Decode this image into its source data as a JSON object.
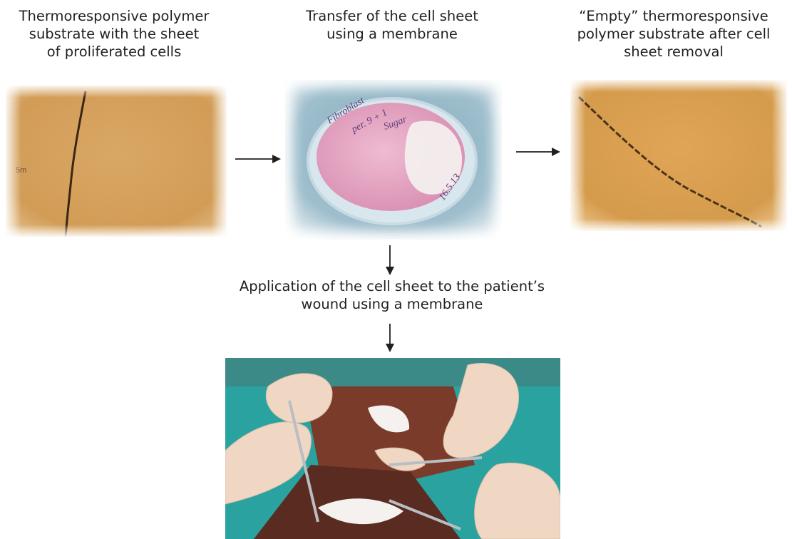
{
  "captions": {
    "substrate_with_sheet": "Thermoresponsive polymer\nsubstrate with the sheet\nof proliferated cells",
    "transfer": "Transfer of the cell sheet\nusing a membrane",
    "empty_substrate": "“Empty” thermoresponsive\npolymer substrate after cell\nsheet removal",
    "application": "Application of the cell sheet to the patient’s\nwound using a membrane"
  },
  "dish_label": {
    "line1": "Fibroblast",
    "line2": "per. 9 + 1",
    "line3": "Sugar",
    "date": "16.5.13"
  },
  "micro_mark": "5m",
  "colors": {
    "substrate_orange": "#d9a157",
    "dish_pink": "#e7a9c4",
    "membrane_white": "#f4f1ef",
    "glove": "#efd7c4",
    "drape_teal": "#1f9a9c",
    "arrow": "#231f20"
  }
}
